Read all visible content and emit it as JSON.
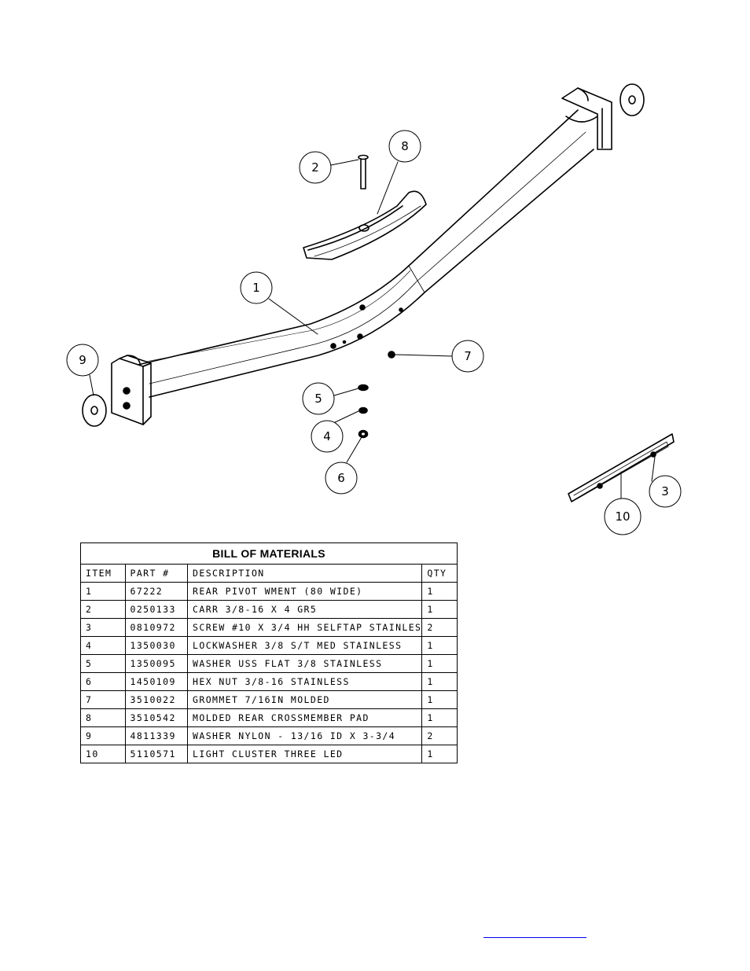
{
  "bom": {
    "title": "BILL OF MATERIALS",
    "headers": {
      "item": "ITEM",
      "part": "PART #",
      "description": "DESCRIPTION",
      "qty": "QTY"
    },
    "rows": [
      {
        "item": "1",
        "part": "67222",
        "description": "REAR PIVOT WMENT (80 WIDE)",
        "qty": "1"
      },
      {
        "item": "2",
        "part": "0250133",
        "description": "CARR 3/8-16 X 4 GR5",
        "qty": "1"
      },
      {
        "item": "3",
        "part": "0810972",
        "description": "SCREW #10 X 3/4 HH SELFTAP STAINLES",
        "qty": "2"
      },
      {
        "item": "4",
        "part": "1350030",
        "description": "LOCKWASHER 3/8 S/T MED STAINLESS",
        "qty": "1"
      },
      {
        "item": "5",
        "part": "1350095",
        "description": "WASHER USS FLAT 3/8 STAINLESS",
        "qty": "1"
      },
      {
        "item": "6",
        "part": "1450109",
        "description": "HEX NUT 3/8-16 STAINLESS",
        "qty": "1"
      },
      {
        "item": "7",
        "part": "3510022",
        "description": "GROMMET  7/16IN MOLDED",
        "qty": "1"
      },
      {
        "item": "8",
        "part": "3510542",
        "description": "MOLDED REAR CROSSMEMBER PAD",
        "qty": "1"
      },
      {
        "item": "9",
        "part": "4811339",
        "description": "WASHER NYLON - 13/16 ID X 3-3/4",
        "qty": "2"
      },
      {
        "item": "10",
        "part": "5110571",
        "description": "LIGHT CLUSTER THREE LED",
        "qty": "1"
      }
    ]
  },
  "callouts": [
    "1",
    "2",
    "3",
    "4",
    "5",
    "6",
    "7",
    "8",
    "9",
    "10"
  ],
  "colors": {
    "link": "#0000ee",
    "ink": "#000000"
  }
}
